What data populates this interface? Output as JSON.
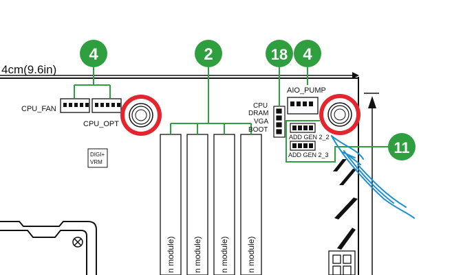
{
  "dimension": {
    "text": "4cm(9.6in)"
  },
  "connectors": {
    "cpu_fan": "CPU_FAN",
    "cpu_opt": "CPU_OPT",
    "aio_pump": "AIO_PUMP",
    "digi_vrm_line1": "DIGI+",
    "digi_vrm_line2": "VRM",
    "add_gen_2_2": "ADD GEN 2_2",
    "add_gen_2_3": "ADD GEN 2_3"
  },
  "q_led": {
    "cpu": "CPU",
    "dram": "DRAM",
    "vga": "VGA",
    "boot": "BOOT"
  },
  "memory_slots": {
    "label": "n module)"
  },
  "badges": [
    {
      "id": "fan",
      "number": "4"
    },
    {
      "id": "dimm",
      "number": "2"
    },
    {
      "id": "qled",
      "number": "18"
    },
    {
      "id": "pump",
      "number": "4"
    },
    {
      "id": "argb",
      "number": "11"
    }
  ],
  "colors": {
    "badge_green": "#2e9e3e",
    "leader_green": "#2e9e3e",
    "standoff_red": "#e3262d",
    "annotation_blue": "#1a8fd1",
    "outline": "#111111"
  }
}
